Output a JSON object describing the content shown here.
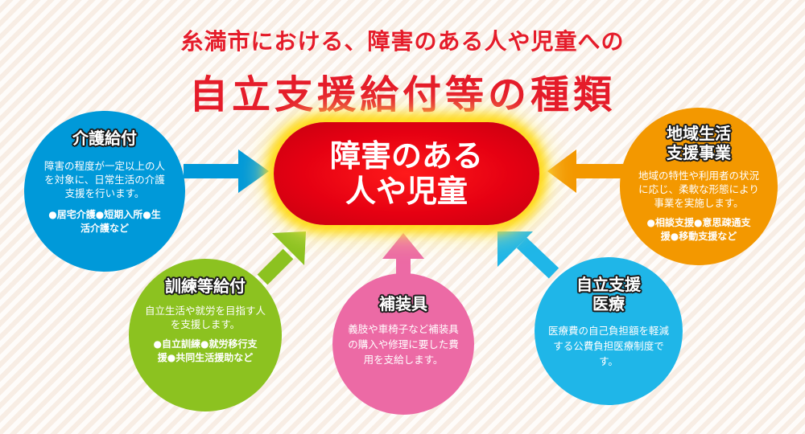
{
  "title": {
    "line1": "糸満市における、障害のある人や児童への",
    "line2": "自立支援給付等の種類"
  },
  "center": {
    "line1": "障害のある",
    "line2": "人や児童"
  },
  "nodes": {
    "kaigo": {
      "title": "介護給付",
      "description": "障害の程度が一定以上の人を対象に、日常生活の介護支援を行います。",
      "examples": "●居宅介護●短期入所●生活介護など"
    },
    "kunren": {
      "title": "訓練等給付",
      "description": "自立生活や就労を目指す人を支援します。",
      "examples": "●自立訓練●就労移行支援●共同生活援助など"
    },
    "hosogu": {
      "title": "補装具",
      "description": "義肢や車椅子など補装具の購入や修理に要した費用を支給します。"
    },
    "iryo": {
      "title_line1": "自立支援",
      "title_line2": "医療",
      "description": "医療費の自己負担額を軽減する公費負担医療制度です。"
    },
    "chiiki": {
      "title_line1": "地域生活",
      "title_line2": "支援事業",
      "description": "地域の特性や利用者の状況に応じ、柔軟な形態により事業を実施します。",
      "examples": "●相談支援●意思疎通支援●移動支援など"
    }
  },
  "colors": {
    "title": "#e51c2a",
    "center": "#e60012",
    "center_glow": "#ffd600",
    "kaigo": "#0099d9",
    "kunren": "#8cc220",
    "hosogu": "#ec6aa5",
    "iryo": "#1fb6e8",
    "chiiki": "#f39800"
  }
}
